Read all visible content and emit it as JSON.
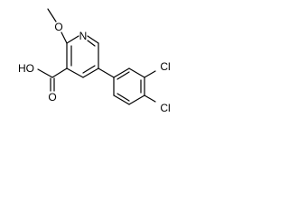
{
  "molecule": {
    "atom_labels": {
      "nitrogen": "N",
      "methoxy_oxygen": "O",
      "carboxyl_hydroxyl": "HO",
      "carbonyl_oxygen": "O",
      "chlorine_upper": "Cl",
      "chlorine_lower": "Cl"
    },
    "line_color": "#000000",
    "background": "#ffffff"
  }
}
